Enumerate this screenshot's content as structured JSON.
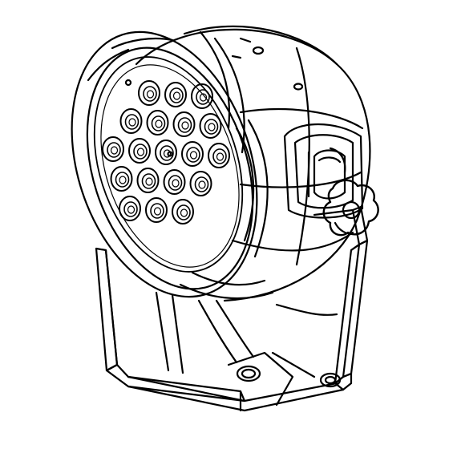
{
  "figure": {
    "subject": "led-par-can-fixture",
    "style": "black-line-art",
    "led_count": 19,
    "led_rows": [
      3,
      4,
      5,
      4,
      3
    ],
    "stroke_color": "#000000",
    "background_color": "#ffffff"
  }
}
